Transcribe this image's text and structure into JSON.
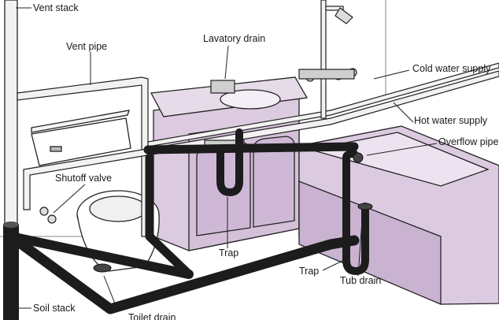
{
  "labels": {
    "vent_stack": "Vent stack",
    "vent_pipe": "Vent pipe",
    "lavatory_drain": "Lavatory drain",
    "cold_water_supply": "Cold water supply",
    "hot_water_supply": "Hot water supply",
    "overflow_pipe": "Overflow pipe",
    "shutoff_valve": "Shutoff valve",
    "trap_sink": "Trap",
    "trap_tub": "Trap",
    "tub_drain": "Tub drain",
    "soil_stack": "Soil stack",
    "toilet_drain": "Toilet drain"
  },
  "colors": {
    "fixture_fill": "#dccbe0",
    "fixture_shade": "#c7b0cf",
    "drain_pipe": "#1c1c1c",
    "outline": "#222222",
    "supply_pipe": "#f2f2f2"
  }
}
